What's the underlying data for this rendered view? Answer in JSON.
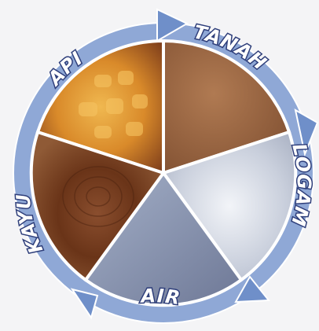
{
  "elements": {
    "tanah": {
      "label": "TANAH",
      "color": "#9a6844"
    },
    "logam": {
      "label": "LOGAM",
      "color": "#d9dde6"
    },
    "air": {
      "label": "AIR",
      "color": "#8f9ab2"
    },
    "kayu": {
      "label": "KAYU",
      "color": "#7a4428"
    },
    "api": {
      "label": "API",
      "color": "#d9962f"
    }
  },
  "ring_color": "#8fa8d6",
  "arrow_color": "#6f8fc9"
}
